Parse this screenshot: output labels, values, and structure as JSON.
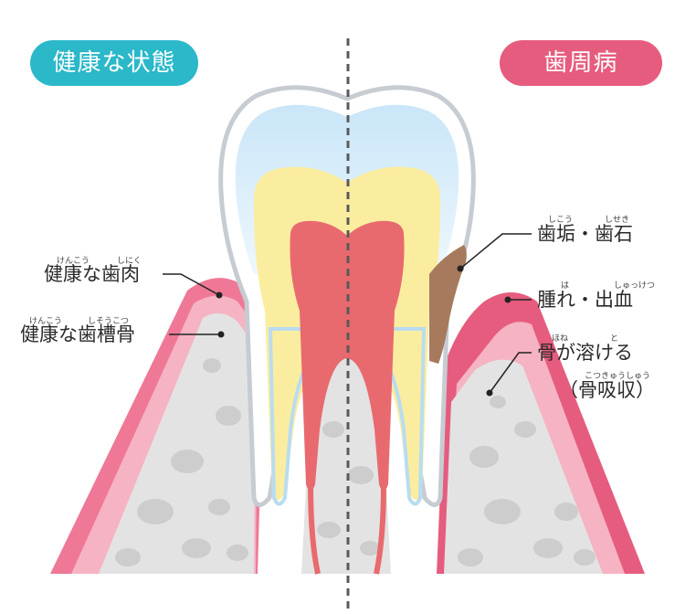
{
  "panels": {
    "healthy_title": "健康な状態",
    "disease_title": "歯周病"
  },
  "labels": {
    "healthy_gum": {
      "text": "健康な歯肉",
      "ruby_1": "けんこう",
      "ruby_2": "しにく"
    },
    "healthy_bone": {
      "text": "健康な歯槽骨",
      "ruby_1": "けんこう",
      "ruby_2": "しそうこつ"
    },
    "plaque": {
      "text": "歯垢・歯石",
      "ruby_1": "しこう",
      "ruby_2": "しせき"
    },
    "swelling": {
      "text": "腫れ・出血",
      "ruby_1": "は",
      "ruby_2": "しゅっけつ"
    },
    "bone_loss": {
      "text": "骨が溶ける",
      "ruby_1": "ほね",
      "ruby_2": "と",
      "sub": "（骨吸収）",
      "sub_ruby": "こつきゅうしゅう"
    }
  },
  "colors": {
    "healthy": "#2bb8c9",
    "disease": "#e65c7e",
    "gum": "#ef7896",
    "gum_inner": "#f6b3c3",
    "bone": "#e3e3e3",
    "enamel": "#ffffff",
    "dentin": "#fbeda0",
    "pulp": "#e86a6f",
    "tartar": "#a77a5e"
  }
}
